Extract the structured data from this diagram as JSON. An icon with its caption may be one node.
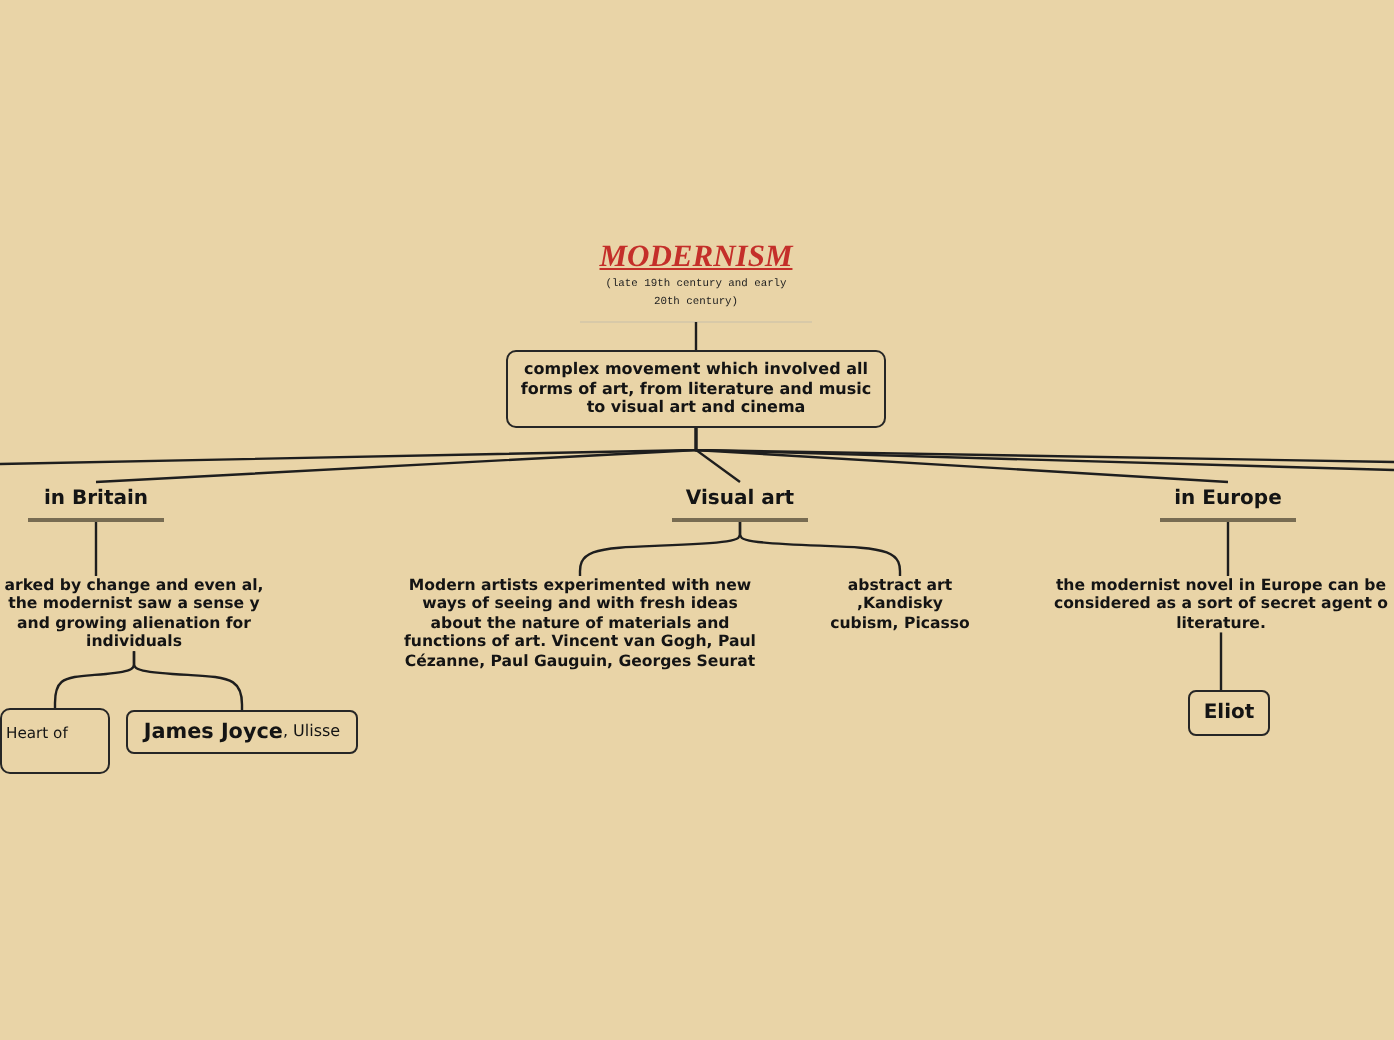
{
  "diagram": {
    "nodes": [
      {
        "text": [
          "MODERNISM",
          "(late 19th century and early 20th century)"
        ]
      },
      {
        "text": [
          "complex movement which involved all forms of art, from literature and music to visual art and cinema"
        ]
      },
      {
        "text": [
          "in Britain"
        ]
      },
      {
        "text": [
          "Visual art"
        ]
      },
      {
        "text": [
          "in Europe"
        ]
      },
      {
        "text": [
          "arked by change and even al, the modernist saw a sense y and growing alienation for individuals"
        ]
      },
      {
        "text": [
          "Modern artists experimented with new ways of seeing and with fresh ideas about the nature of materials and functions of art. Vincent van Gogh, Paul Cézanne, Paul Gauguin, Georges Seurat"
        ]
      },
      {
        "text": [
          "abstract art ,Kandisky cubism, Picasso"
        ]
      },
      {
        "text": [
          "the modernist novel in Europe can be considered as a sort of secret agent o literature."
        ]
      },
      {
        "text": [
          "Heart of"
        ]
      },
      {
        "text": [
          "**James Joyce**, Ulisse"
        ]
      },
      {
        "text": [
          "Eliot"
        ]
      }
    ],
    "edges": [
      {
        "from": 0,
        "to": 1,
        "arrow": "none"
      },
      {
        "from": 1,
        "to": null,
        "arrow": "none"
      },
      {
        "from": 1,
        "to": 2,
        "arrow": "none"
      },
      {
        "from": 1,
        "to": 3,
        "arrow": "none"
      },
      {
        "from": 1,
        "to": 4,
        "arrow": "none"
      },
      {
        "from": 1,
        "to": null,
        "arrow": "none"
      },
      {
        "from": 1,
        "to": null,
        "arrow": "none"
      },
      {
        "from": 2,
        "to": 5,
        "arrow": "none"
      },
      {
        "from": 3,
        "to": 6,
        "arrow": "none"
      },
      {
        "from": 3,
        "to": 7,
        "arrow": "none"
      },
      {
        "from": 4,
        "to": 8,
        "arrow": "none"
      },
      {
        "from": 5,
        "to": 9,
        "arrow": "none"
      },
      {
        "from": 5,
        "to": 10,
        "arrow": "none"
      },
      {
        "from": 8,
        "to": 11,
        "arrow": "none"
      }
    ]
  }
}
